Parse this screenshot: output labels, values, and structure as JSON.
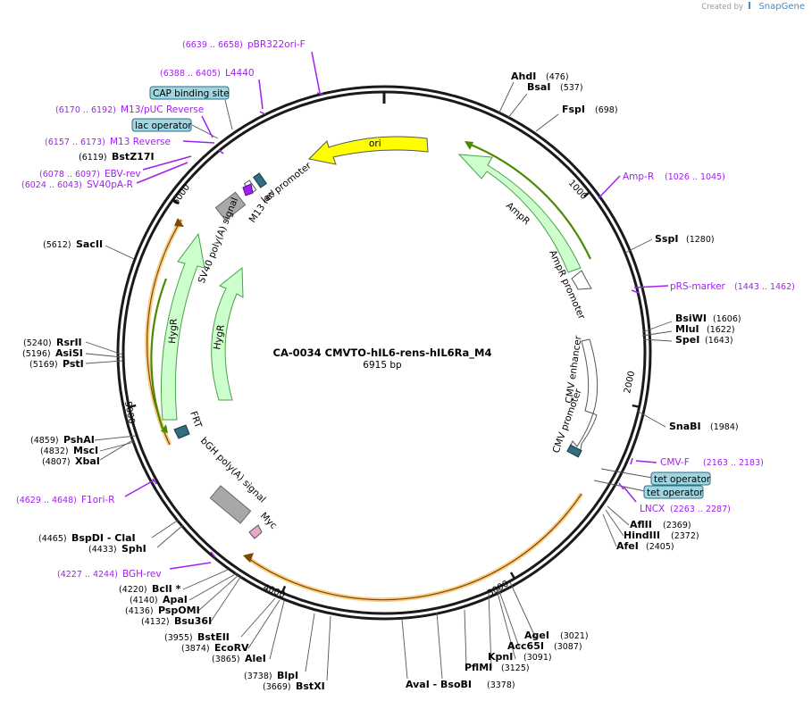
{
  "credit": {
    "prefix": "Created by",
    "brand": "SnapGene"
  },
  "plasmid": {
    "name": "CA-0034 CMVTO-hIL6-rens-hIL6Ra_M4",
    "length": "6915 bp"
  },
  "ticks": [
    "1000",
    "2000",
    "3000",
    "4000",
    "5000",
    "6000"
  ],
  "enzymes": [
    {
      "name": "AhdI",
      "pos": "(476)"
    },
    {
      "name": "BsaI",
      "pos": "(537)"
    },
    {
      "name": "FspI",
      "pos": "(698)"
    },
    {
      "name": "SspI",
      "pos": "(1280)"
    },
    {
      "name": "BsiWI",
      "pos": "(1606)"
    },
    {
      "name": "MluI",
      "pos": "(1622)"
    },
    {
      "name": "SpeI",
      "pos": "(1643)"
    },
    {
      "name": "SnaBI",
      "pos": "(1984)"
    },
    {
      "name": "AflII",
      "pos": "(2369)"
    },
    {
      "name": "HindIII",
      "pos": "(2372)"
    },
    {
      "name": "AfeI",
      "pos": "(2405)"
    },
    {
      "name": "AgeI",
      "pos": "(3021)"
    },
    {
      "name": "Acc65I",
      "pos": "(3087)"
    },
    {
      "name": "KpnI",
      "pos": "(3091)"
    },
    {
      "name": "PflMI",
      "pos": "(3125)"
    },
    {
      "name": "AvaI - BsoBI",
      "pos": "(3378)"
    },
    {
      "name": "BstXI",
      "pos": "(3669)"
    },
    {
      "name": "BlpI",
      "pos": "(3738)"
    },
    {
      "name": "AleI",
      "pos": "(3865)"
    },
    {
      "name": "EcoRV",
      "pos": "(3874)"
    },
    {
      "name": "BstEII",
      "pos": "(3955)"
    },
    {
      "name": "Bsu36I",
      "pos": "(4132)"
    },
    {
      "name": "PspOMI",
      "pos": "(4136)"
    },
    {
      "name": "ApaI",
      "pos": "(4140)"
    },
    {
      "name": "BclI *",
      "pos": "(4220)"
    },
    {
      "name": "SphI",
      "pos": "(4433)"
    },
    {
      "name": "BspDI - ClaI",
      "pos": "(4465)"
    },
    {
      "name": "XbaI",
      "pos": "(4807)"
    },
    {
      "name": "MscI",
      "pos": "(4832)"
    },
    {
      "name": "PshAI",
      "pos": "(4859)"
    },
    {
      "name": "PstI",
      "pos": "(5169)"
    },
    {
      "name": "AsiSI",
      "pos": "(5196)"
    },
    {
      "name": "RsrII",
      "pos": "(5240)"
    },
    {
      "name": "SacII",
      "pos": "(5612)"
    },
    {
      "name": "BstZ17I",
      "pos": "(6119)"
    }
  ],
  "primers": [
    {
      "name": "pBR322ori-F",
      "pos": "(6639 .. 6658)"
    },
    {
      "name": "L4440",
      "pos": "(6388 .. 6405)"
    },
    {
      "name": "M13/pUC Reverse",
      "pos": "(6170 .. 6192)"
    },
    {
      "name": "M13 Reverse",
      "pos": "(6157 .. 6173)"
    },
    {
      "name": "EBV-rev",
      "pos": "(6078 .. 6097)"
    },
    {
      "name": "SV40pA-R",
      "pos": "(6024 .. 6043)"
    },
    {
      "name": "Amp-R",
      "pos": "(1026 .. 1045)"
    },
    {
      "name": "pRS-marker",
      "pos": "(1443 .. 1462)"
    },
    {
      "name": "CMV-F",
      "pos": "(2163 .. 2183)"
    },
    {
      "name": "LNCX",
      "pos": "(2263 .. 2287)"
    },
    {
      "name": "F1ori-R",
      "pos": "(4629 .. 4648)"
    },
    {
      "name": "BGH-rev",
      "pos": "(4227 .. 4244)"
    }
  ],
  "boxed_features": [
    "CAP binding site",
    "lac operator",
    "tet operator",
    "tet operator"
  ],
  "features": {
    "ori": "ori",
    "ampr": "AmpR",
    "ampr_promoter": "AmpR promoter",
    "cmv_enhancer": "CMV enhancer",
    "cmv_promoter": "CMV promoter",
    "lac_promoter": "lac promoter",
    "m13_rev": "M13 rev",
    "sv40_signal": "SV40 poly(A) signal",
    "hygr_outer": "HygR",
    "hygr_inner": "HygR",
    "frt": "FRT",
    "bgh_signal": "bGH poly(A) signal",
    "myc": "Myc"
  },
  "colors": {
    "backbone": "#1a1a1a",
    "primer": "#a020f0",
    "ori": "#ffff00",
    "marker": "#ccffcc",
    "marker_border": "#48a048",
    "orf": "#f5a623",
    "orf_inner": "#4a8a00",
    "operator_box": "#9fd6e0",
    "signal": "#a8a8a8"
  }
}
